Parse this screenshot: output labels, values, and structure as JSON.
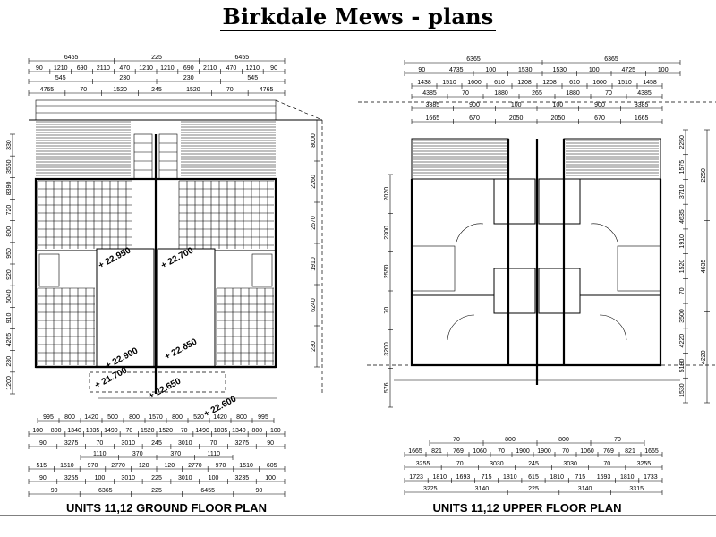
{
  "title": "Birkdale Mews - plans",
  "ground_plan": {
    "caption": "UNITS 11,12 GROUND FLOOR PLAN",
    "levels": [
      "+ 22.950",
      "+ 22.700",
      "+ 22.900",
      "+ 22.650",
      "+ 21.700",
      "+ 22.650",
      "+ 22.600"
    ],
    "top_dims": {
      "row1": [
        "6455",
        "225",
        "6455"
      ],
      "row2": [
        "90",
        "1210",
        "690",
        "2110",
        "470",
        "1210",
        "1210",
        "690",
        "2110",
        "470",
        "1210",
        "90"
      ],
      "row3": [
        "545",
        "230",
        "230",
        "545"
      ],
      "row4": [
        "4765",
        "70",
        "1520",
        "245",
        "1520",
        "70",
        "4765"
      ]
    },
    "bottom_dims": {
      "row1": [
        "995",
        "800",
        "1420",
        "500",
        "800",
        "1570",
        "800",
        "520",
        "1420",
        "800",
        "995"
      ],
      "row2": [
        "100",
        "800",
        "1340",
        "1035",
        "1490",
        "70",
        "1520",
        "1520",
        "70",
        "1490",
        "1035",
        "1340",
        "800",
        "100"
      ],
      "row3": [
        "90",
        "3275",
        "70",
        "3010",
        "245",
        "3010",
        "70",
        "3275",
        "90"
      ],
      "row4": [
        "1110",
        "370",
        "370",
        "1110"
      ],
      "row5": [
        "515",
        "1510",
        "970",
        "2770",
        "120",
        "120",
        "2770",
        "970",
        "1510",
        "605"
      ],
      "row6": [
        "90",
        "3255",
        "100",
        "3010",
        "225",
        "3010",
        "100",
        "3235",
        "100"
      ],
      "row7": [
        "90",
        "6365",
        "225",
        "6455",
        "90"
      ]
    },
    "left_dims": [
      "330",
      "3550",
      "8390",
      "720",
      "800",
      "950",
      "920",
      "6040",
      "910",
      "4265",
      "230",
      "1200"
    ],
    "right_dims": [
      "8000",
      "2260",
      "2670",
      "1910",
      "6240",
      "230"
    ]
  },
  "upper_plan": {
    "caption": "UNITS 11,12 UPPER FLOOR PLAN",
    "top_dims": {
      "row1": [
        "6365",
        "6365"
      ],
      "row2": [
        "90",
        "4735",
        "100",
        "1530",
        "1530",
        "100",
        "4725",
        "100"
      ],
      "row3": [
        "1438",
        "1510",
        "1600",
        "610",
        "1208",
        "1208",
        "610",
        "1600",
        "1510",
        "1458"
      ],
      "row4": [
        "4385",
        "70",
        "1880",
        "265",
        "1880",
        "70",
        "4385"
      ],
      "row5": [
        "3385",
        "900",
        "100",
        "100",
        "900",
        "3385"
      ],
      "row6": [
        "1665",
        "670",
        "2050",
        "2050",
        "670",
        "1665"
      ]
    },
    "bottom_dims": {
      "row1": [
        "70",
        "800",
        "800",
        "70"
      ],
      "row2": [
        "1665",
        "821",
        "769",
        "1060",
        "70",
        "1900",
        "1900",
        "70",
        "1060",
        "769",
        "821",
        "1665"
      ],
      "row3": [
        "3255",
        "70",
        "3030",
        "245",
        "3030",
        "70",
        "3255"
      ],
      "row4": [
        "1723",
        "1810",
        "1693",
        "715",
        "1810",
        "615",
        "1810",
        "715",
        "1693",
        "1810",
        "1733"
      ],
      "row5": [
        "3225",
        "3140",
        "225",
        "3140",
        "3315"
      ]
    },
    "left_dims": [
      "2020",
      "2300",
      "2550",
      "70",
      "3200",
      "576"
    ],
    "right_dims": [
      "2250",
      "1575",
      "3710",
      "4635",
      "1910",
      "1520",
      "70",
      "3500",
      "4220",
      "5190",
      "1530"
    ]
  }
}
